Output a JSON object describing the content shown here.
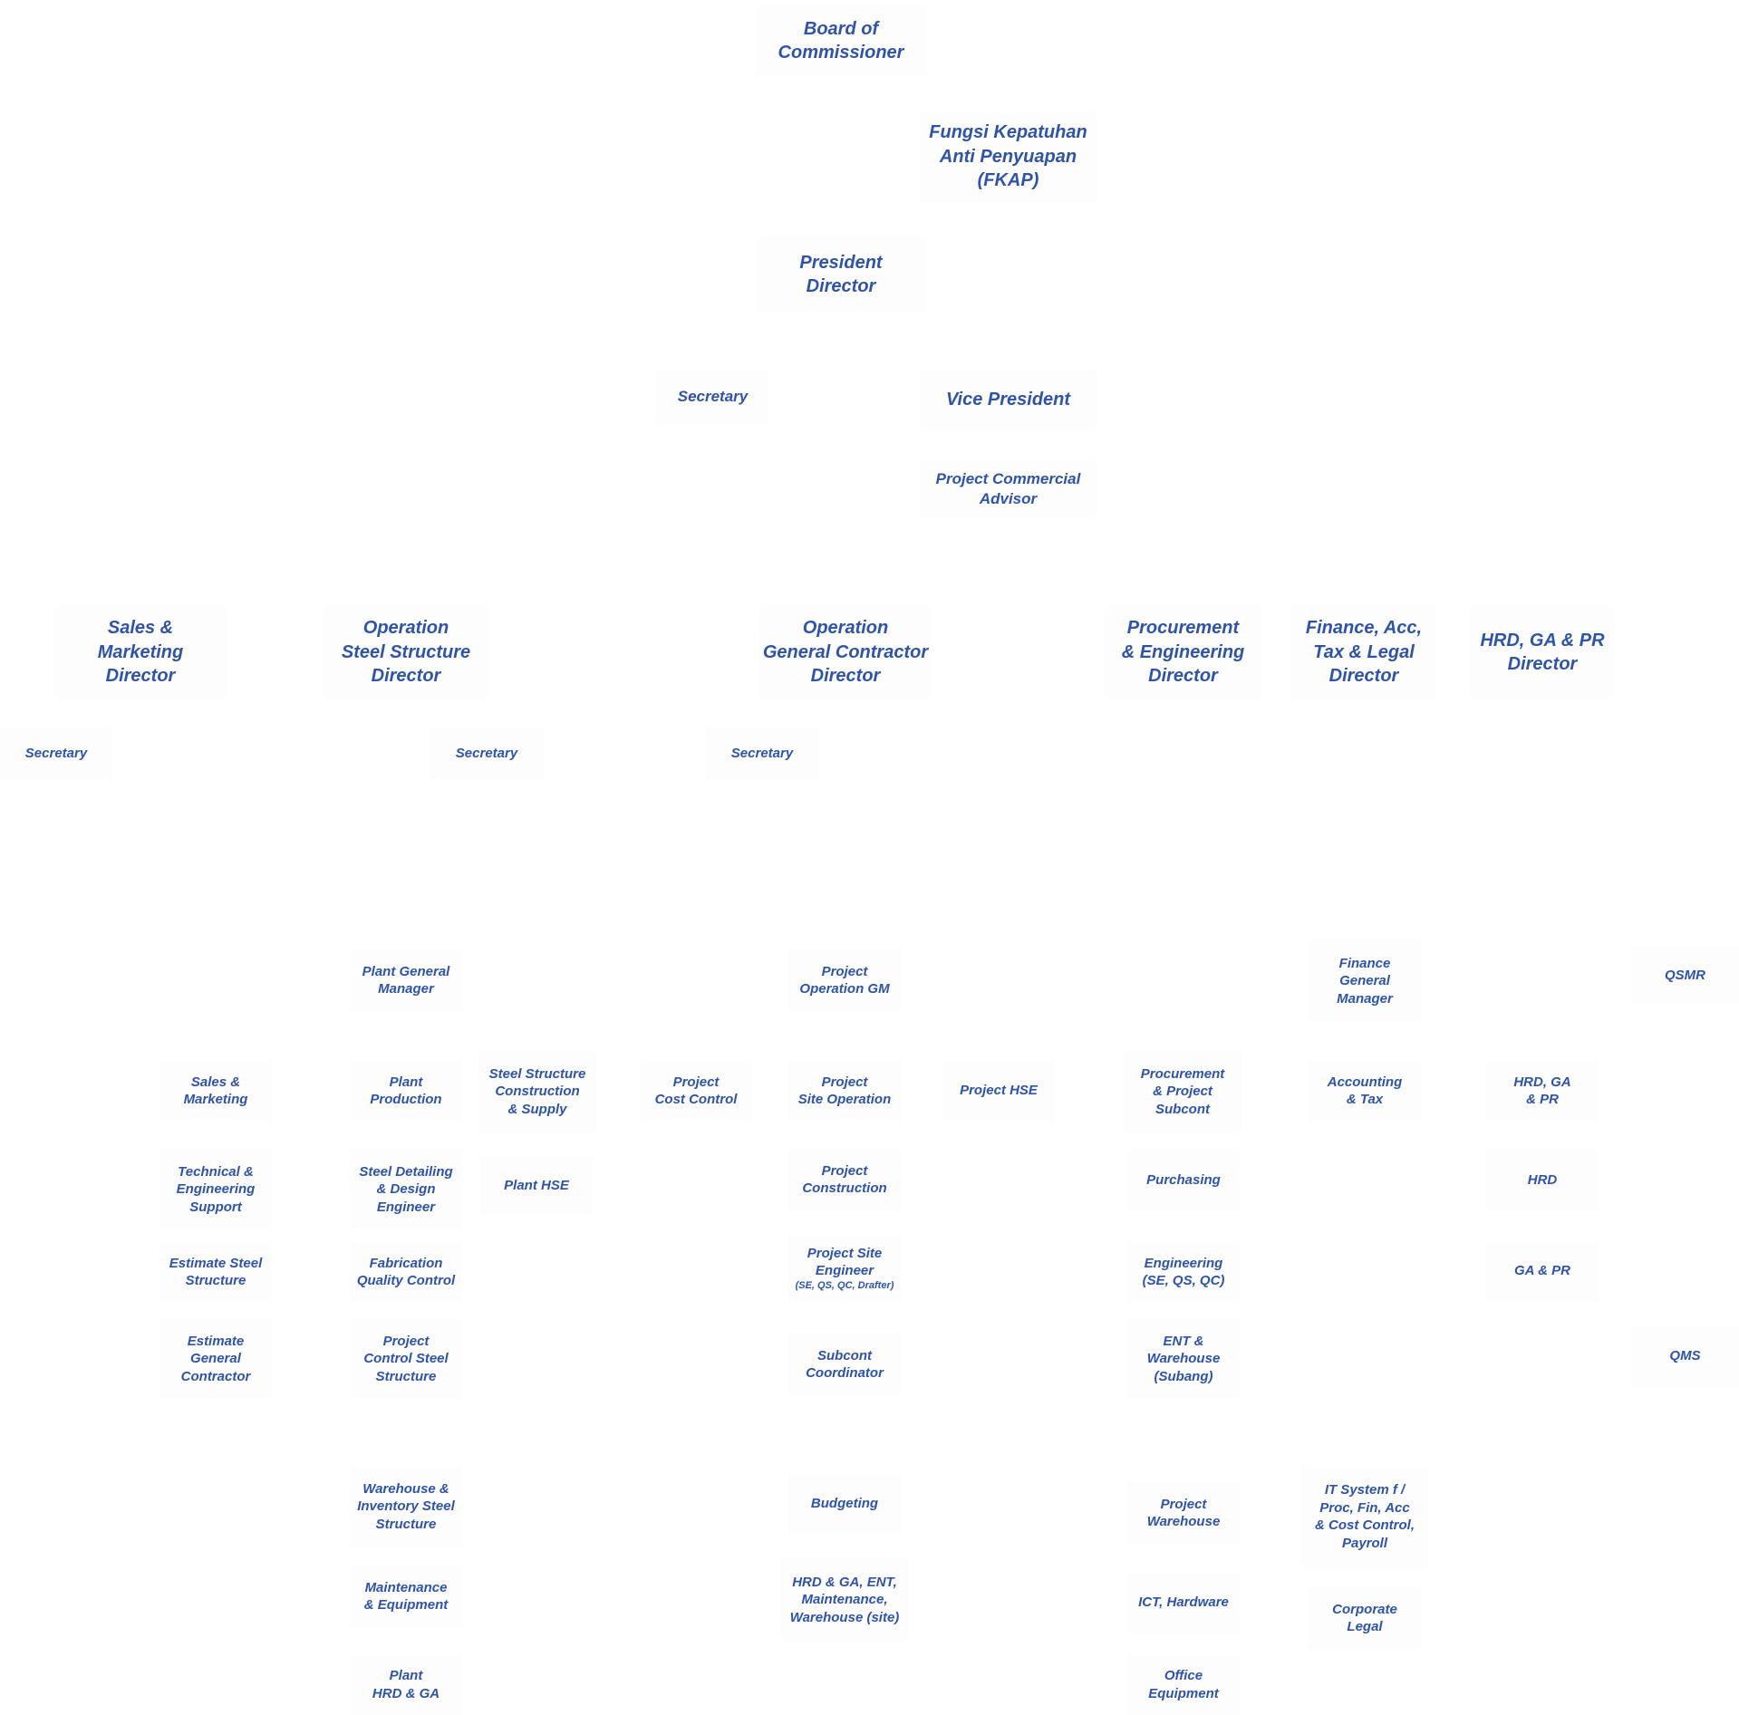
{
  "top": {
    "board": "Board of\nCommissioner",
    "fkap": "Fungsi Kepatuhan\nAnti Penyuapan\n(FKAP)",
    "president": "President\nDirector",
    "secretary": "Secretary",
    "vice_president": "Vice President",
    "commercial_advisor": "Project Commercial\nAdvisor"
  },
  "directors": {
    "sales": "Sales &\nMarketing\nDirector",
    "op_steel": "Operation\nSteel Structure\nDirector",
    "op_gc": "Operation\nGeneral Contractor\nDirector",
    "procurement": "Procurement\n& Engineering\nDirector",
    "finance": "Finance, Acc,\nTax & Legal\nDirector",
    "hrd": "HRD, GA & PR\nDirector"
  },
  "secretaries": {
    "sales": "Secretary",
    "op_steel": "Secretary",
    "op_gc": "Secretary"
  },
  "sales": {
    "marketing": "Sales &\nMarketing",
    "technical": "Technical &\nEngineering\nSupport",
    "estimate_steel": "Estimate Steel\nStructure",
    "estimate_gc": "Estimate\nGeneral\nContractor"
  },
  "steel": {
    "plant_gm": "Plant General\nManager",
    "plant_production": "Plant\nProduction",
    "construction_supply": "Steel Structure\nConstruction\n& Supply",
    "detailing": "Steel Detailing\n& Design\nEngineer",
    "plant_hse": "Plant HSE",
    "fabrication_qc": "Fabrication\nQuality Control",
    "project_control": "Project\nControl Steel\nStructure",
    "warehouse": "Warehouse &\nInventory Steel\nStructure",
    "maintenance": "Maintenance\n& Equipment",
    "plant_hrd": "Plant\nHRD & GA"
  },
  "gc": {
    "operation_gm": "Project\nOperation GM",
    "cost_control": "Project\nCost Control",
    "site_operation": "Project\nSite Operation",
    "hse": "Project HSE",
    "construction": "Project\nConstruction",
    "site_engineer": "Project Site\nEngineer",
    "site_engineer_sub": "(SE, QS, QC, Drafter)",
    "subcont": "Subcont\nCoordinator",
    "budgeting": "Budgeting",
    "hrd_site": "HRD & GA, ENT,\nMaintenance,\nWarehouse (site)"
  },
  "procurement": {
    "subcont": "Procurement\n& Project\nSubcont",
    "purchasing": "Purchasing",
    "engineering": "Engineering\n(SE, QS, QC)",
    "ent_warehouse": "ENT &\nWarehouse\n(Subang)",
    "project_warehouse": "Project\nWarehouse",
    "ict": "ICT, Hardware",
    "office_equipment": "Office\nEquipment"
  },
  "finance": {
    "gm": "Finance\nGeneral\nManager",
    "accounting": "Accounting\n& Tax",
    "it_system": "IT System f /\nProc, Fin, Acc\n& Cost Control,\nPayroll",
    "legal": "Corporate\nLegal"
  },
  "hrd": {
    "hrd_ga_pr": "HRD, GA\n& PR",
    "hrd": "HRD",
    "ga_pr": "GA & PR",
    "qsmr": "QSMR",
    "qms": "QMS"
  }
}
